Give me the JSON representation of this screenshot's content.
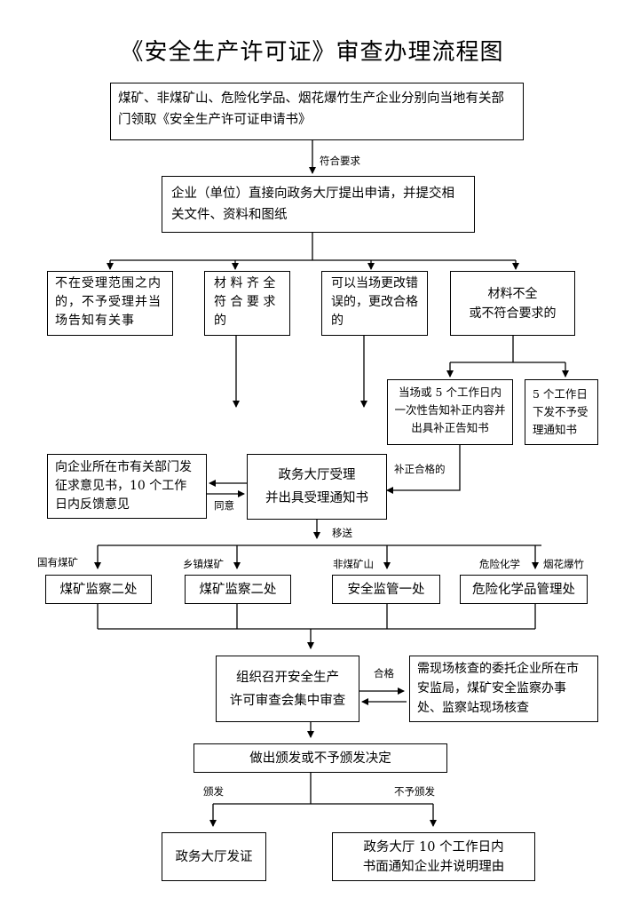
{
  "title": "《安全生产许可证》审查办理流程图",
  "nodes": {
    "apply_form": "煤矿、非煤矿山、危险化学品、烟花爆竹生产企业分别向当地有关部门领取《安全生产许可证申请书》",
    "submit": "企业（单位）直接向政务大厅提出申请，并提交相关文件、资料和图纸",
    "out_of_scope": "不在受理范围之内的，不予受理并当场告知有关事",
    "complete": "材 料 齐 全\n符 合 要 求\n的",
    "correctable": "可以当场更改错误的，更改合格的",
    "incomplete": "材料不全\n或不符合要求的",
    "notify_correction": "当场或 5 个工作日内一次性告知补正内容并出具补正告知书",
    "reject_notice": "5 个工作日下发不予受理通知书",
    "solicit_opinion": "向企业所在市有关部门发征求意见书，10 个工作日内反馈意见",
    "accept": "政务大厅受理\n并出具受理通知书",
    "coal_dept_1": "煤矿监察二处",
    "coal_dept_2": "煤矿监察二处",
    "safety_dept": "安全监管一处",
    "chem_dept": "危险化学品管理处",
    "review": "组织召开安全生产\n许可审查会集中审查",
    "onsite": "需现场核查的委托企业所在市安监局，煤矿安全监察办事处、监察站现场核查",
    "decision": "做出颁发或不予颁发决定",
    "issue": "政务大厅发证",
    "deny": "政务大厅 10 个工作日内\n书面通知企业并说明理由"
  },
  "labels": {
    "meets_requirements": "符合要求",
    "corrected": "补正合格的",
    "agree": "同意",
    "transfer": "移送",
    "state_coal": "国有煤矿",
    "township_coal": "乡镇煤矿",
    "non_coal": "非煤矿山",
    "hazchem": "危险化学",
    "fireworks": "烟花爆竹",
    "qualified": "合格",
    "issue": "颁发",
    "not_issue": "不予颁发"
  }
}
